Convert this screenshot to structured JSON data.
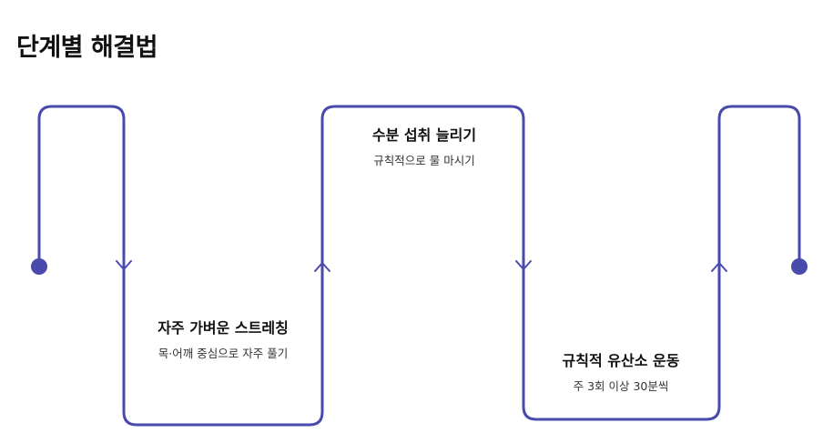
{
  "title": "단계별 해결법",
  "colors": {
    "accent": "#4a4aad",
    "text": "#111111"
  },
  "steps": [
    {
      "title": "자주 가벼운 스트레칭",
      "description": "목·어깨 중심으로 자주 풀기",
      "arrow": "down"
    },
    {
      "title": "수분 섭취 늘리기",
      "description": "규칙적으로 물 마시기",
      "arrow": "down"
    },
    {
      "title": "규칙적 유산소 운동",
      "description": "주 3회 이상 30분씩",
      "arrow": "up"
    }
  ]
}
